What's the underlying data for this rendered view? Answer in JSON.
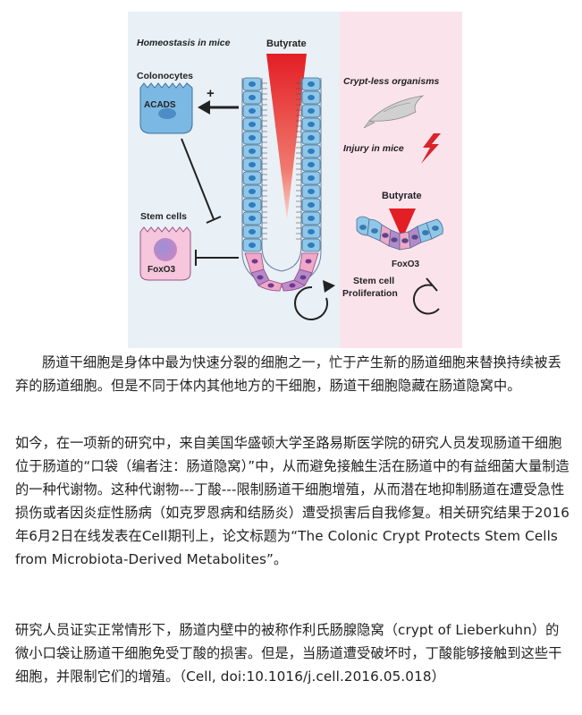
{
  "figure": {
    "homeostasis_title": "Homeostasis in mice",
    "butyrate_top": "Butyrate",
    "colonocytes_label": "Colonocytes",
    "acads_label": "ACADS",
    "plus_sign": "+",
    "stem_cells_label": "Stem cells",
    "foxo3_left": "FoxO3",
    "crypt_less_label": "Crypt-less organisms",
    "injury_label": "Injury in mice",
    "butyrate_right": "Butyrate",
    "foxo3_right": "FoxO3",
    "stem_cell_line1": "Stem cell",
    "stem_cell_line2": "Proliferation",
    "colors": {
      "left_panel_bg": "#e9f0f6",
      "right_panel_bg": "#fbe3ec",
      "cell_blue": "#8fc7e8",
      "cell_pink": "#f2a7c8",
      "cell_purple": "#b48ac9",
      "butyrate_red": "#e31e24",
      "lightning_red": "#d9242a"
    }
  },
  "paragraphs": {
    "p1": "肠道干细胞是身体中最为快速分裂的细胞之一，忙于产生新的肠道细胞来替换持续被丢弃的肠道细胞。但是不同于体内其他地方的干细胞，肠道干细胞隐藏在肠道隐窝中。",
    "p2": "如今，在一项新的研究中，来自美国华盛顿大学圣路易斯医学院的研究人员发现肠道干细胞位于肠道的“口袋（编者注：肠道隐窝）”中，从而避免接触生活在肠道中的有益细菌大量制造的一种代谢物。这种代谢物---丁酸---限制肠道干细胞增殖，从而潜在地抑制肠道在遭受急性损伤或者因炎症性肠病（如克罗恩病和结肠炎）遭受损害后自我修复。相关研究结果于2016年6月2日在线发表在Cell期刊上，论文标题为“The Colonic Crypt Protects Stem Cells from Microbiota-Derived Metabolites”。",
    "p3": "研究人员证实正常情形下，肠道内壁中的被称作利氏肠腺隐窝（crypt of Lieberkuhn）的微小口袋让肠道干细胞免受丁酸的损害。但是，当肠道遭受破坏时，丁酸能够接触到这些干细胞，并限制它们的增殖。（Cell, doi:10.1016/j.cell.2016.05.018）"
  }
}
